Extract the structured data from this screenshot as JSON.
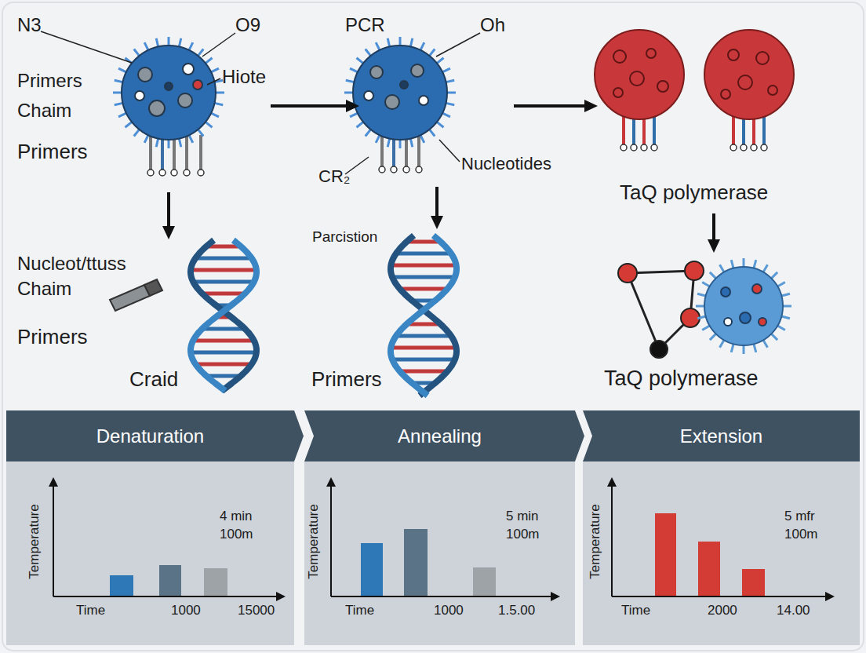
{
  "diagram": {
    "nodes": [
      {
        "text": [
          "Denaturation"
        ]
      },
      {
        "text": [
          "Annealing"
        ]
      },
      {
        "text": [
          "Extension"
        ]
      }
    ],
    "labels": [
      "N3",
      "O9",
      "Primers Chaim",
      "Hiote",
      "Primers",
      "PCR",
      "Oh",
      "CR₂",
      "Nucleotides",
      "TaQ polymerase",
      "Nucleot/ttuss Chaim",
      "Primers",
      "Craid",
      "Parcistion",
      "Primers",
      "TaQ polymerase",
      "Temperature",
      "4 min",
      "100m",
      "Time",
      "1000",
      "15000",
      "Temperature",
      "5 min",
      "100m",
      "Time",
      "1000",
      "1.5.00",
      "Temperature",
      "5 mfr",
      "100m",
      "Time",
      "2000",
      "14.00"
    ]
  }
}
